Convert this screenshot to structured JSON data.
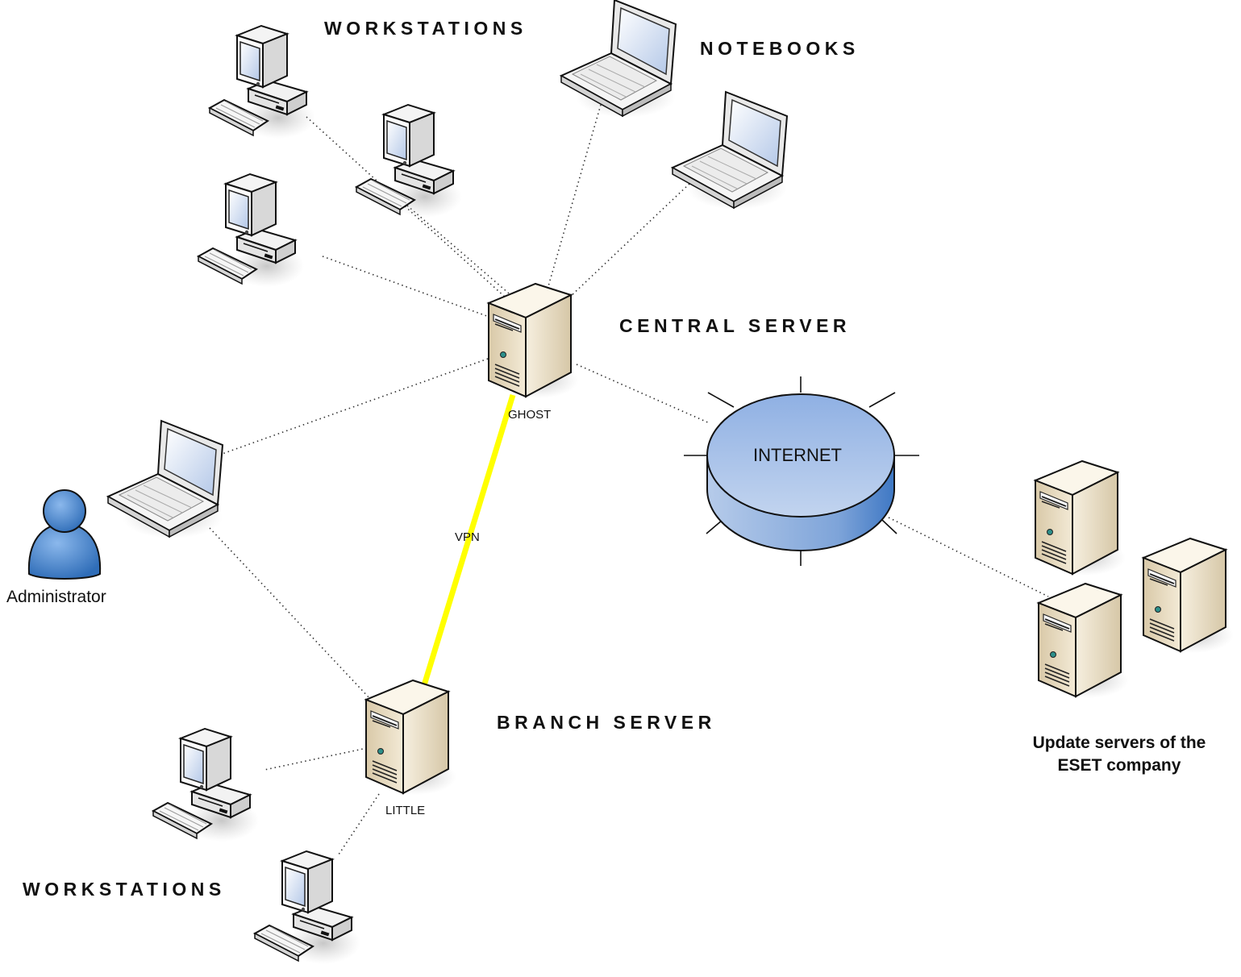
{
  "labels": {
    "workstations_top": "WORKSTATIONS",
    "notebooks": "NOTEBOOKS",
    "central_server": "CENTRAL SERVER",
    "ghost": "GHOST",
    "internet": "INTERNET",
    "vpn": "VPN",
    "administrator": "Administrator",
    "branch_server": "BRANCH SERVER",
    "little": "LITTLE",
    "workstations_bottom": "WORKSTATIONS",
    "update_servers_line1": "Update servers of the",
    "update_servers_line2": "ESET company"
  },
  "colors": {
    "vpn_link": "#ffff00",
    "internet_top": "#a9c3ea",
    "internet_side": "#5a8fd0",
    "server_body": "#e8dcc4",
    "admin_person": "#3f7fc8"
  },
  "icons": {
    "workstation": "desktop-computer-icon",
    "notebook": "laptop-icon",
    "server": "tower-server-icon",
    "cloud": "internet-disk-icon",
    "person": "user-icon"
  }
}
